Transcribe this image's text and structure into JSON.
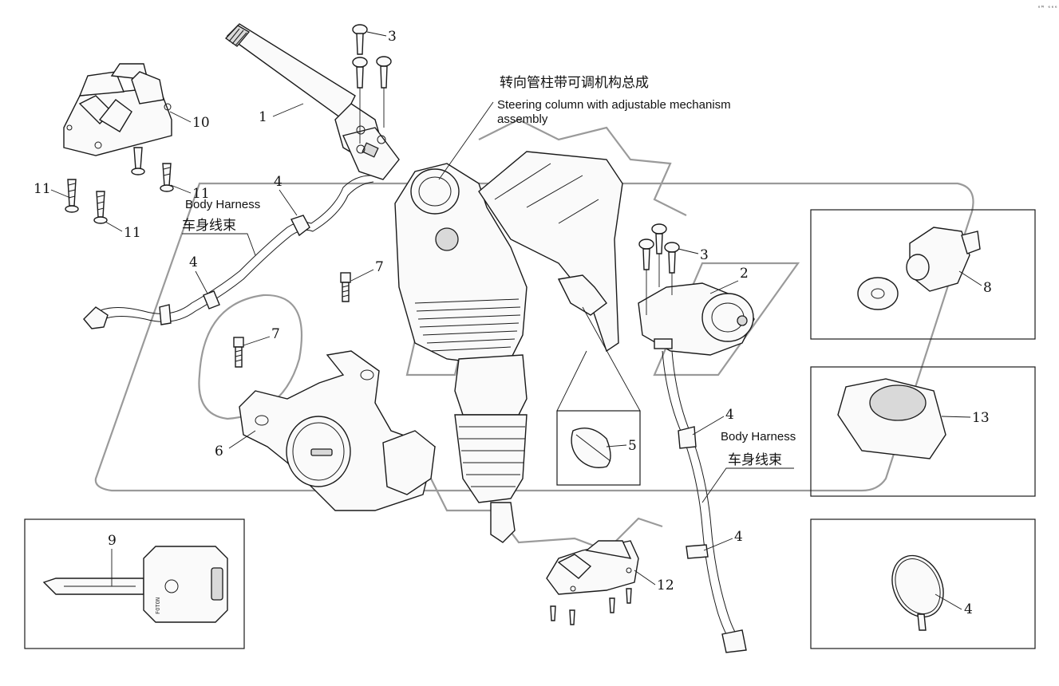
{
  "assembly": {
    "title_cn": "转向管柱带可调机构总成",
    "title_en_line1": "Steering column with adjustable mechanism",
    "title_en_line2": "assembly"
  },
  "harness_labels": [
    {
      "en": "Body Harness",
      "cn": "车身线束"
    },
    {
      "en": "Body Harness",
      "cn": "车身线束"
    }
  ],
  "callouts": {
    "c1": "1",
    "c2": "2",
    "c3a": "3",
    "c3b": "3",
    "c4a": "4",
    "c4b": "4",
    "c4c": "4",
    "c4d": "4",
    "c4e": "4",
    "c5": "5",
    "c6": "6",
    "c7a": "7",
    "c7b": "7",
    "c8": "8",
    "c9": "9",
    "c10": "10",
    "c11a": "11",
    "c11b": "11",
    "c11c": "11",
    "c12": "12",
    "c13": "13"
  },
  "corner_mark": "ᵒᴹ ᵉᵉᵉ",
  "key_brand_text": "FOTON",
  "colors": {
    "line": "#1a1a1a",
    "watermark": "#9a9a9a",
    "background": "#ffffff"
  }
}
